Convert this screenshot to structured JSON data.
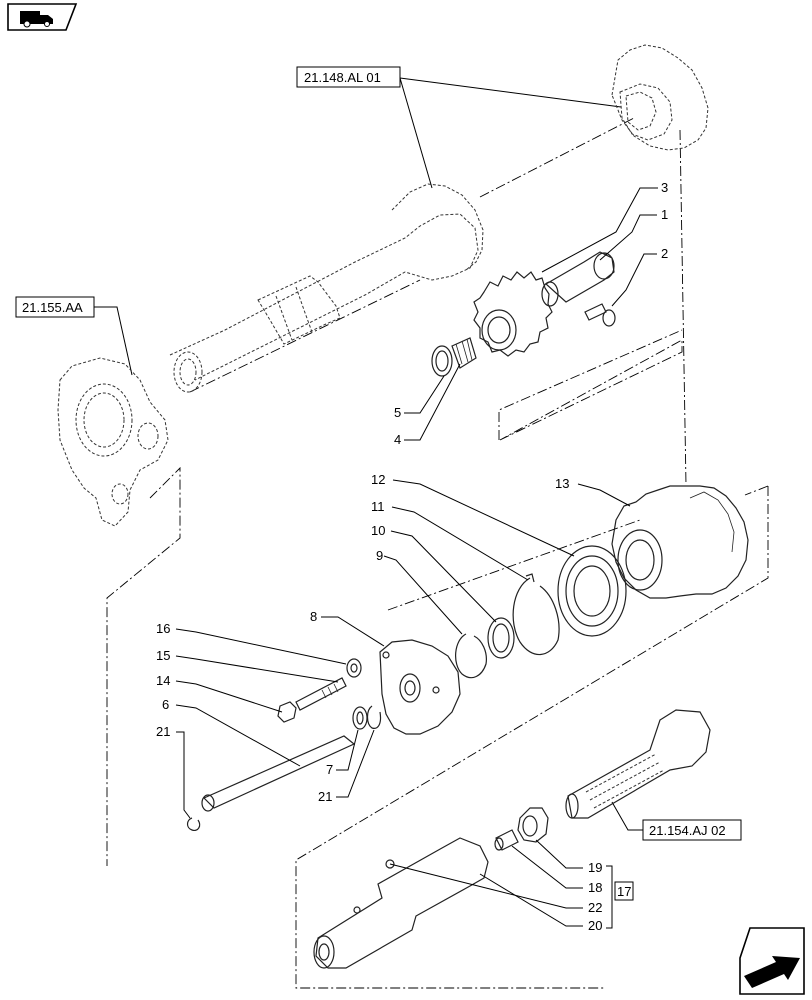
{
  "icons": {
    "top_left": "tractor-model-icon",
    "bottom_right": "next-page-arrow-icon"
  },
  "references": {
    "ref_top": "21.148.AL 01",
    "ref_left": "21.155.AA",
    "ref_bottom": "21.154.AJ 02",
    "group_17": "17"
  },
  "callouts": [
    "1",
    "2",
    "3",
    "4",
    "5",
    "6",
    "7",
    "8",
    "9",
    "10",
    "11",
    "12",
    "13",
    "14",
    "15",
    "16",
    "18",
    "19",
    "20",
    "21",
    "21",
    "22"
  ]
}
